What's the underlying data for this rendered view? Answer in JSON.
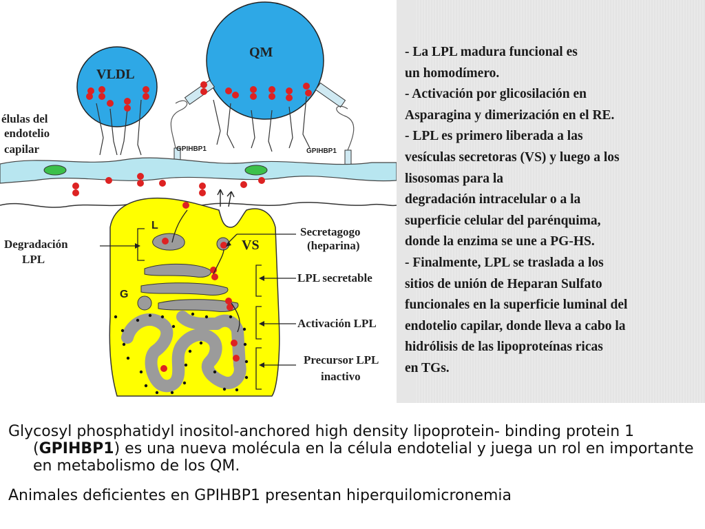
{
  "diagram": {
    "labels": {
      "vldl": "VLDL",
      "qm": "QM",
      "endothelium": [
        "élulas del",
        "endotelio",
        "capilar"
      ],
      "gpihbp1_a": "GPIHBP1",
      "gpihbp1_b": "GPIHBP1",
      "degradacion": [
        "Degradación",
        "LPL"
      ],
      "l": "L",
      "g": "G",
      "vs": "VS",
      "secretagogo": [
        "Secretagogo",
        "(heparina)"
      ],
      "lpl_secretable": "LPL secretable",
      "activacion": "Activación LPL",
      "precursor": [
        "Precursor LPL",
        "inactivo"
      ]
    },
    "colors": {
      "lipoprotein": "#2ea8e6",
      "endothelium": "#b8e6f0",
      "nucleus": "#3cc04a",
      "cell": "#ffff00",
      "organelle": "#9b9b9b",
      "lpl": "#dd2222"
    }
  },
  "notes": [
    "- La LPL madura  funcional es",
    "un homodímero.",
    "- Activación por glicosilación en",
    "Asparagina  y dimerización en el RE.",
    "- LPL es primero liberada a  las",
    "vesículas secretoras (VS) y luego a los",
    "lisosomas para la",
    "degradación intracelular o a la",
    "superficie celular del parénquima,",
    "donde la enzima se une a  PG-HS.",
    "- Finalmente, LPL se traslada a los",
    "sitios de unión de Heparan Sulfato",
    "funcionales en la superficie luminal del",
    "endotelio capilar, donde lleva a cabo la",
    "hidrólisis de las lipoproteínas ricas",
    "en TGs."
  ],
  "caption": {
    "p1_before": "Glycosyl phosphatidyl inositol-anchored high density lipoprotein-  binding protein 1 (",
    "p1_bold": "GPIHBP1",
    "p1_after": ") es una nueva molécula en la célula endotelial y juega un rol en importante en metabolismo de los QM.",
    "p2": "Animales deficientes en GPIHBP1 presentan hiperquilomicronemia"
  }
}
